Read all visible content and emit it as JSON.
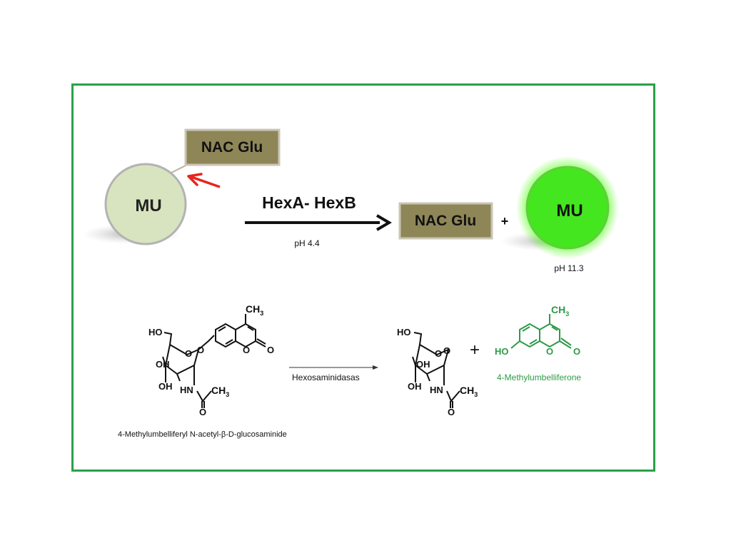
{
  "colors": {
    "frame": "#2aa04a",
    "box_fill": "#8f8658",
    "box_border": "#c9c6b4",
    "mu_left_fill": "#d8e4bf",
    "mu_right_fill": "#44e61f",
    "glow": "#66ff33",
    "red_arrow": "#e8251c",
    "product_green": "#2e9a47"
  },
  "top_reaction": {
    "substrate_box": "NAC Glu",
    "substrate_circle": "MU",
    "enzyme": "HexA- HexB",
    "ph_reaction": "pH 4.4",
    "product_box": "NAC Glu",
    "plus": "+",
    "product_circle": "MU",
    "ph_product": "pH 11.3"
  },
  "bottom_reaction": {
    "enzyme": "Hexosaminidasas",
    "plus": "+",
    "substrate_name": "4-Methylumbelliferyl N-acetyl-β-D-glucosaminide",
    "product_name": "4-Methylumbelliferone",
    "atoms": {
      "ch3": "CH",
      "sub3": "3",
      "ho": "HO",
      "oh": "OH",
      "o": "O",
      "hn": "HN"
    }
  }
}
